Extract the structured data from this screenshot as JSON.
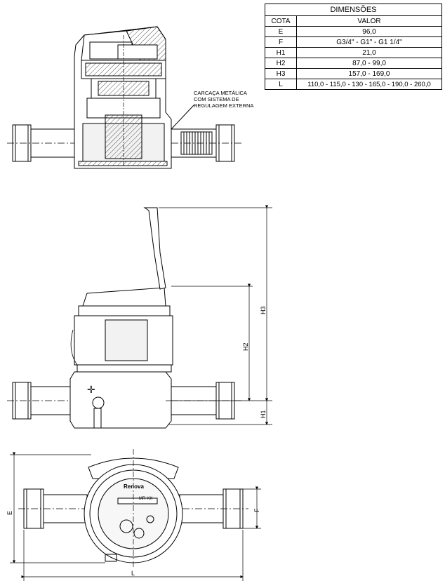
{
  "table": {
    "title": "DIMENSÕES",
    "head": {
      "cota": "COTA",
      "valor": "VALOR"
    },
    "rows": [
      {
        "cota": "E",
        "valor": "96,0"
      },
      {
        "cota": "F",
        "valor": "G3/4\" - G1\" - G1 1/4\""
      },
      {
        "cota": "H1",
        "valor": "21,0"
      },
      {
        "cota": "H2",
        "valor": "87,0 - 99,0"
      },
      {
        "cota": "H3",
        "valor": "157,0 - 169,0"
      },
      {
        "cota": "L",
        "valor": "110,0 - 115,0 - 130 - 165,0 - 190,0 - 260,0"
      }
    ]
  },
  "note": {
    "lines": [
      "CARCAÇA METÁLICA",
      "COM SISTEMA DE",
      "REGULAGEM EXTERNA"
    ]
  },
  "labels": {
    "h3": "H3",
    "h2": "H2",
    "h1": "H1",
    "e": "E",
    "f": "F",
    "l": "L",
    "brand": "Renova",
    "model": "MR-XX"
  },
  "colors": {
    "line": "#000000",
    "hatch": "#555555",
    "fill": "#f2f2f2"
  }
}
